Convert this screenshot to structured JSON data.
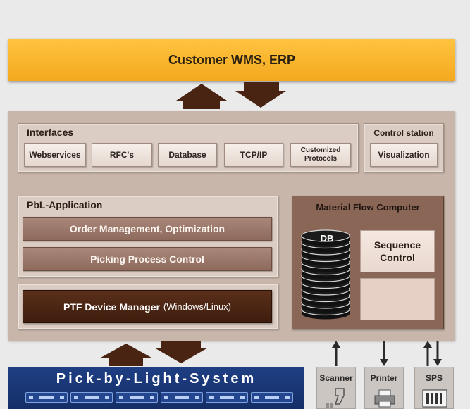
{
  "wms": {
    "label": "Customer WMS, ERP"
  },
  "interfaces": {
    "title": "Interfaces",
    "items": [
      "Webservices",
      "RFC's",
      "Database",
      "TCP/IP",
      "Customized Protocols"
    ]
  },
  "control_station": {
    "title": "Control station",
    "item": "Visualization"
  },
  "pbl_application": {
    "title": "PbL-Application",
    "bars": [
      "Order Management, Optimization",
      "Picking Process Control"
    ]
  },
  "ptf": {
    "label": "PTF Device Manager",
    "os": "(Windows/Linux)"
  },
  "mfc": {
    "title": "Material Flow Computer",
    "db_label": "DB",
    "sequence_control": "Sequence Control"
  },
  "pick_by_light": {
    "label": "Pick-by-Light-System",
    "device_count": 6
  },
  "peripherals": [
    {
      "label": "Scanner",
      "icon": "barcode-scanner-icon",
      "arrow": "up"
    },
    {
      "label": "Printer",
      "icon": "printer-icon",
      "arrow": "down"
    },
    {
      "label": "SPS",
      "icon": "plc-icon",
      "arrow": "both"
    }
  ],
  "colors": {
    "wms": "#f7b027",
    "main": "#c8b6aa",
    "bar": "#9a7666",
    "ptf": "#4a2413",
    "mfc": "#8a6656",
    "arrow": "#4a2413",
    "pbl": "#1a3878"
  }
}
